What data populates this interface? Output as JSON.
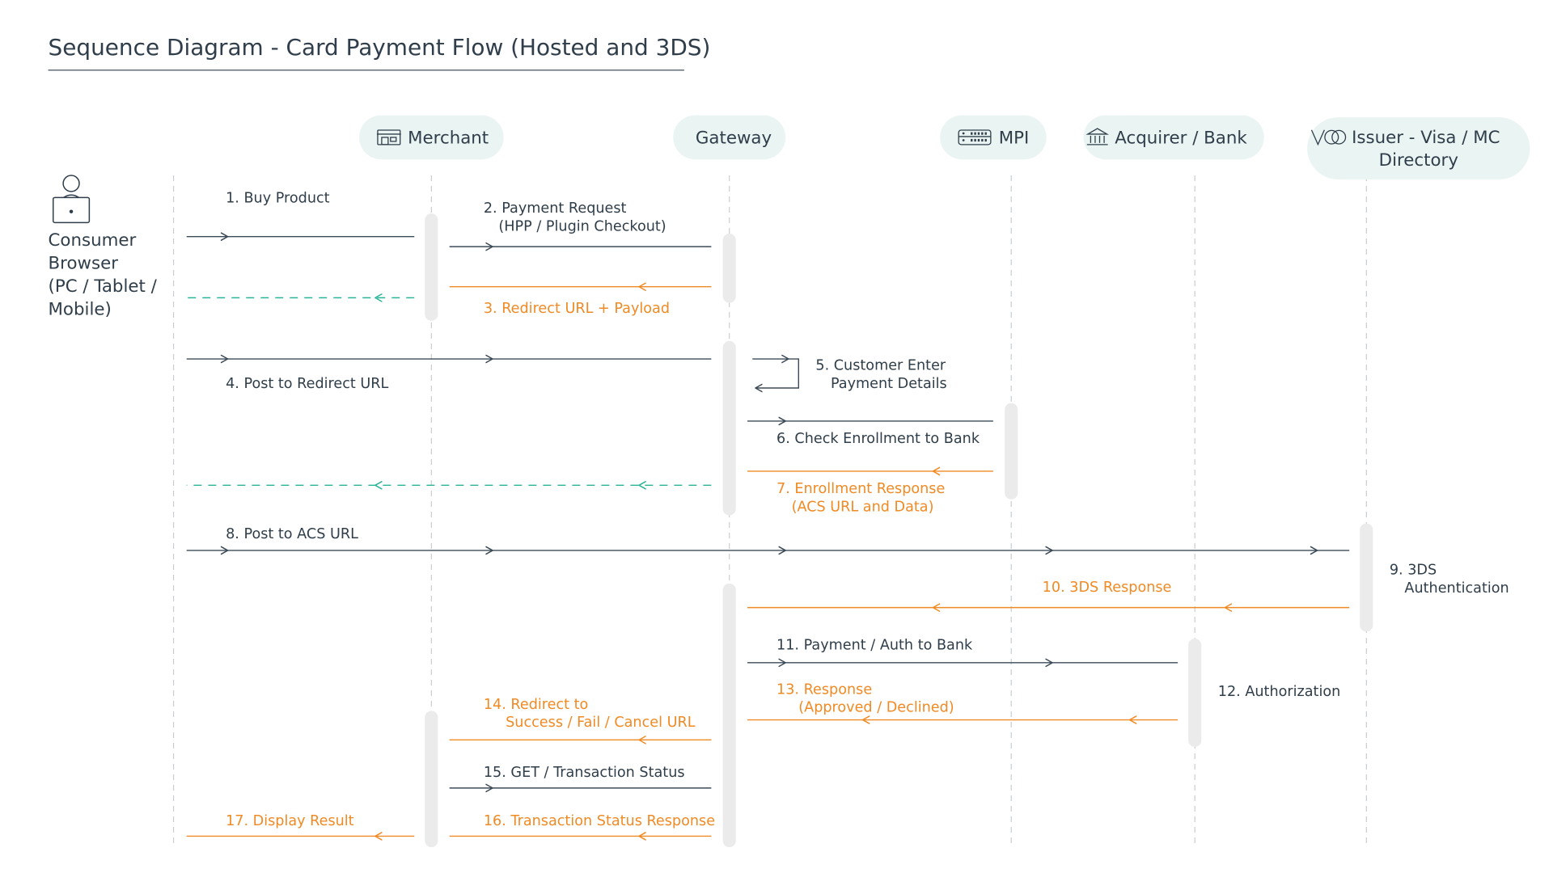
{
  "title": "Sequence Diagram - Card Payment Flow (Hosted and 3DS)",
  "colors": {
    "text": "#2f3e4a",
    "request": "#3b4a57",
    "response": "#f08a24",
    "redirect": "#2bb39a",
    "header_bg": "#eaf4f3",
    "activation": "#ebebeb",
    "lifeline": "#c8ced2"
  },
  "actor": {
    "icon": "user-laptop-icon",
    "label_lines": [
      "Consumer",
      "Browser",
      "(PC / Tablet /",
      "Mobile)"
    ]
  },
  "participants": [
    {
      "id": "merchant",
      "icon": "store-icon",
      "label_lines": [
        "Merchant"
      ]
    },
    {
      "id": "gateway",
      "icon": "",
      "label_lines": [
        "Gateway"
      ]
    },
    {
      "id": "mpi",
      "icon": "server-rack-icon",
      "label_lines": [
        "MPI"
      ]
    },
    {
      "id": "acquirer",
      "icon": "bank-icon",
      "label_lines": [
        "Acquirer / Bank"
      ]
    },
    {
      "id": "issuer",
      "icon": "visa-mastercard-icon",
      "label_lines": [
        "Issuer - Visa / MC",
        "Directory"
      ]
    }
  ],
  "messages": [
    {
      "id": "m1",
      "type": "request",
      "lines": [
        "1. Buy Product"
      ]
    },
    {
      "id": "m2",
      "type": "request",
      "lines": [
        "2. Payment Request",
        "(HPP / Plugin Checkout)"
      ]
    },
    {
      "id": "m3",
      "type": "response",
      "lines": [
        "3. Redirect URL + Payload"
      ]
    },
    {
      "id": "m4",
      "type": "request",
      "lines": [
        "4. Post to Redirect URL"
      ]
    },
    {
      "id": "m5",
      "type": "self",
      "lines": [
        "5. Customer Enter",
        "Payment Details"
      ]
    },
    {
      "id": "m6",
      "type": "request",
      "lines": [
        "6. Check Enrollment to Bank"
      ]
    },
    {
      "id": "m7",
      "type": "response",
      "lines": [
        "7. Enrollment Response",
        "(ACS URL and Data)"
      ]
    },
    {
      "id": "m8",
      "type": "request",
      "lines": [
        "8. Post to ACS URL"
      ]
    },
    {
      "id": "m9",
      "type": "note",
      "lines": [
        "9. 3DS",
        "Authentication"
      ]
    },
    {
      "id": "m10",
      "type": "response",
      "lines": [
        "10. 3DS Response"
      ]
    },
    {
      "id": "m11",
      "type": "request",
      "lines": [
        "11. Payment / Auth to Bank"
      ]
    },
    {
      "id": "m12",
      "type": "note",
      "lines": [
        "12. Authorization"
      ]
    },
    {
      "id": "m13",
      "type": "response",
      "lines": [
        "13. Response",
        "(Approved / Declined)"
      ]
    },
    {
      "id": "m14",
      "type": "response",
      "lines": [
        "14. Redirect to",
        "Success / Fail / Cancel URL"
      ]
    },
    {
      "id": "m15",
      "type": "request",
      "lines": [
        "15. GET / Transaction Status"
      ]
    },
    {
      "id": "m16",
      "type": "response",
      "lines": [
        "16. Transaction Status Response"
      ]
    },
    {
      "id": "m17",
      "type": "response",
      "lines": [
        "17. Display Result"
      ]
    }
  ]
}
